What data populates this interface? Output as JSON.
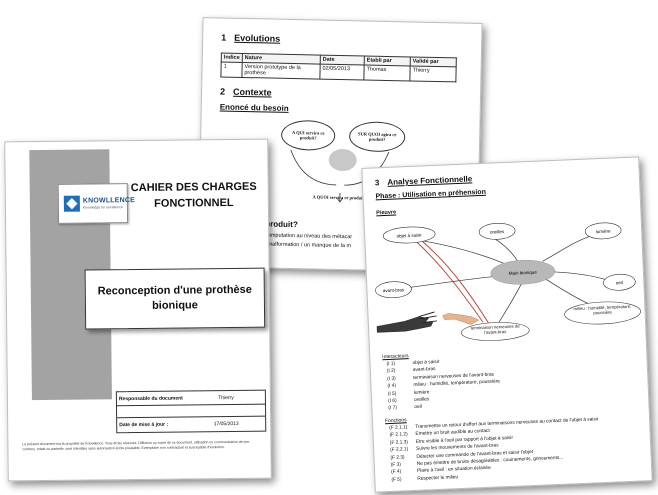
{
  "back_page": {
    "section1": {
      "number": "1",
      "title": "Evolutions"
    },
    "table": {
      "headers": [
        "Indice",
        "Nature",
        "Date",
        "Etabli par",
        "Validé par"
      ],
      "rows": [
        [
          "1",
          "Version prototype de la prothèse",
          "02/05/2013",
          "Thomas",
          "Thierry"
        ]
      ]
    },
    "section2": {
      "number": "2",
      "title": "Contexte"
    },
    "subsection": "Enoncé du besoin",
    "bete_a_cornes": {
      "left_bubble": "A QUI servira ce produit?",
      "right_bubble": "SUR QUOI agira ce produit?",
      "bottom_text": "A QUOI servira ce produit ?"
    },
    "partial_heading": "produit?",
    "partial_lines": [
      "une amputation au niveau des métacar",
      "une malformation / un manque de la m"
    ]
  },
  "cover": {
    "logo": {
      "name": "KNOWLLENCE",
      "tagline": "Knowledge for excellence"
    },
    "title_line1": "CAHIER DES CHARGES",
    "title_line2": "FONCTIONNEL",
    "subject": "Reconception d'une prothèse bionique",
    "responsable_label": "Responsable du document",
    "responsable_value": "Thierry",
    "date_label": "Date de mise à jour :",
    "date_value": "17/05/2013",
    "footnote": "Le présent document est la propriété de Knowllence. Tous droits réservés. Diffusion ou copie de ce document, utilisation ou communication de son contenu, totale ou partielle, sont interdites sans autorisation écrite préalable. Exemplaire non contractuel et susceptible d'évolution."
  },
  "analyse": {
    "section": {
      "number": "3",
      "title": "Analyse Fonctionnelle"
    },
    "phase": "Phase : Utilisation en préhension",
    "pieuvre_label": "Pieuvre",
    "diagram": {
      "center": "Main bionique",
      "objet": "objet à saisir",
      "oreilles": "oreilles",
      "lumiere": "lumière",
      "oeil": "oeil",
      "avant_bras": "avant-bras",
      "milieu": "milieu : humidité, température, poussière",
      "terminaisons": "terminaison nerveuses de l'avant-bras"
    },
    "interacteurs_title": "Interacteurs",
    "interacteurs": [
      {
        "code": "(I 1)",
        "text": "objet à saisir"
      },
      {
        "code": "(I 2)",
        "text": "avant-bras"
      },
      {
        "code": "(I 3)",
        "text": "terminaison nerveuses de l'avant-bras"
      },
      {
        "code": "(I 4)",
        "text": "milieu : humidité, température, poussière"
      },
      {
        "code": "(I 5)",
        "text": "lumière"
      },
      {
        "code": "(I 6)",
        "text": "oreilles"
      },
      {
        "code": "(I 7)",
        "text": "oeil"
      }
    ],
    "fonctions_title": "Fonctions",
    "fonctions": [
      {
        "code": "(F 2.1.1)",
        "text": "Transmettre un retour d'effort aux terminaisons nerveuses au contact de l'objet à saisir"
      },
      {
        "code": "(F 2.1.2)",
        "text": "Emettre un bruit audible au contact"
      },
      {
        "code": "(F 2.1.3)",
        "text": "Etre visible à l'oeil par rapport à l'objet à saisir"
      },
      {
        "code": "(F 2.2.1)",
        "text": "Suivre les mouvements de l'avant-bras"
      },
      {
        "code": "(F 2.3)",
        "text": "Détecter une commande de l'avant-bras et saisir l'objet"
      },
      {
        "code": "(F 3)",
        "text": "Ne pas émettre de bruits désagréables : couinements, grincements..."
      },
      {
        "code": "(F 4)",
        "text": "Plaire à l'oeil : en situation éclairée"
      },
      {
        "code": "(F 5)",
        "text": "Respecter le milieu"
      }
    ]
  }
}
